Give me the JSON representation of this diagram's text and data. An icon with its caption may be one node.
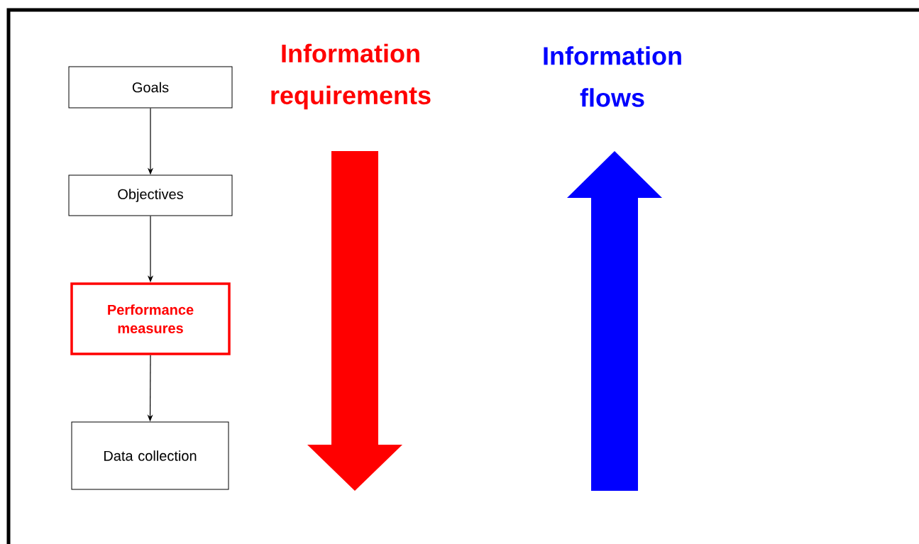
{
  "diagram": {
    "nodes": [
      {
        "text": [
          "Goals"
        ]
      },
      {
        "text": [
          "Objectives"
        ]
      },
      {
        "text": [
          "Performance measures"
        ]
      },
      {
        "text": [
          "Data collection"
        ]
      }
    ],
    "edges": [
      {
        "from": 0,
        "to": 1,
        "arrow": "to"
      },
      {
        "from": 1,
        "to": 2,
        "arrow": "to"
      },
      {
        "from": 2,
        "to": 3,
        "arrow": "to"
      }
    ],
    "labels": [
      "Information requirements",
      "Information flows"
    ]
  }
}
